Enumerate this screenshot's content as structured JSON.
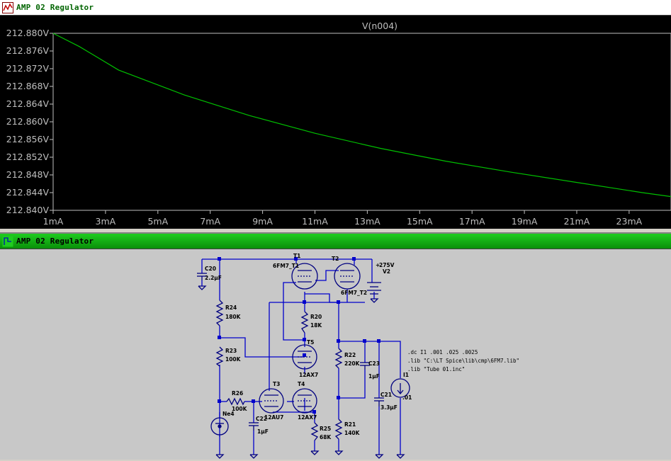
{
  "waveform_window": {
    "title": "AMP 02 Regulator",
    "icon": "waveform-icon",
    "background": "#000000",
    "trace_color": "#00c000"
  },
  "schematic_window": {
    "title": "AMP 02 Regulator",
    "icon": "schematic-icon",
    "background": "#c8c8c8",
    "titlebar_color": "#17b317",
    "components": {
      "C20": {
        "ref": "C20",
        "value": "2.2µF"
      },
      "R24": {
        "ref": "R24",
        "value": "180K"
      },
      "R23": {
        "ref": "R23",
        "value": "100K"
      },
      "R26": {
        "ref": "R26",
        "value": "100K"
      },
      "Ne4": {
        "ref": "Ne4"
      },
      "C22": {
        "ref": "C22",
        "value": "1µF"
      },
      "T3": {
        "ref": "T3",
        "value": "12AU7"
      },
      "T4": {
        "ref": "T4",
        "value": "12AX7"
      },
      "T5": {
        "ref": "T5",
        "value": "12AX7"
      },
      "T1": {
        "ref": "T1",
        "value": "6FM7_T1"
      },
      "T2": {
        "ref": "T2",
        "value": "6FM7_T2"
      },
      "R20": {
        "ref": "R20",
        "value": "18K"
      },
      "R25": {
        "ref": "R25",
        "value": "68K"
      },
      "R22": {
        "ref": "R22",
        "value": "220K"
      },
      "R21": {
        "ref": "R21",
        "value": "140K"
      },
      "C23": {
        "ref": "C23",
        "value": "1µF"
      },
      "C21": {
        "ref": "C21",
        "value": "3.3µF"
      },
      "I1": {
        "ref": "I1",
        "value": ".01"
      },
      "V2": {
        "ref": "V2",
        "value": "275V",
        "plus": "+"
      }
    },
    "directives": [
      ".dc I1 .001 .025 .0025",
      ".lib \"C:\\LT Spice\\lib\\cmp\\6FM7.lib\"",
      ".lib \"Tube 01.inc\""
    ]
  },
  "chart_data": {
    "type": "line",
    "title": "V(n004)",
    "xlabel": "",
    "ylabel": "",
    "x_ticks": [
      "1mA",
      "3mA",
      "5mA",
      "7mA",
      "9mA",
      "11mA",
      "13mA",
      "15mA",
      "17mA",
      "19mA",
      "21mA",
      "23mA"
    ],
    "y_ticks": [
      "212.840V",
      "212.844V",
      "212.848V",
      "212.852V",
      "212.856V",
      "212.860V",
      "212.864V",
      "212.868V",
      "212.872V",
      "212.876V",
      "212.880V"
    ],
    "xlim": [
      1,
      24.6
    ],
    "ylim": [
      212.84,
      212.88
    ],
    "grid": false,
    "series": [
      {
        "name": "V(n004)",
        "color": "#00c000",
        "x": [
          1,
          2,
          3.5,
          6,
          8.5,
          11,
          13.5,
          16,
          18.5,
          21,
          23.5,
          24.6
        ],
        "y": [
          212.88,
          212.877,
          212.8717,
          212.8661,
          212.8614,
          212.8574,
          212.854,
          212.8511,
          212.8486,
          212.8463,
          212.844,
          212.8431
        ]
      }
    ]
  }
}
